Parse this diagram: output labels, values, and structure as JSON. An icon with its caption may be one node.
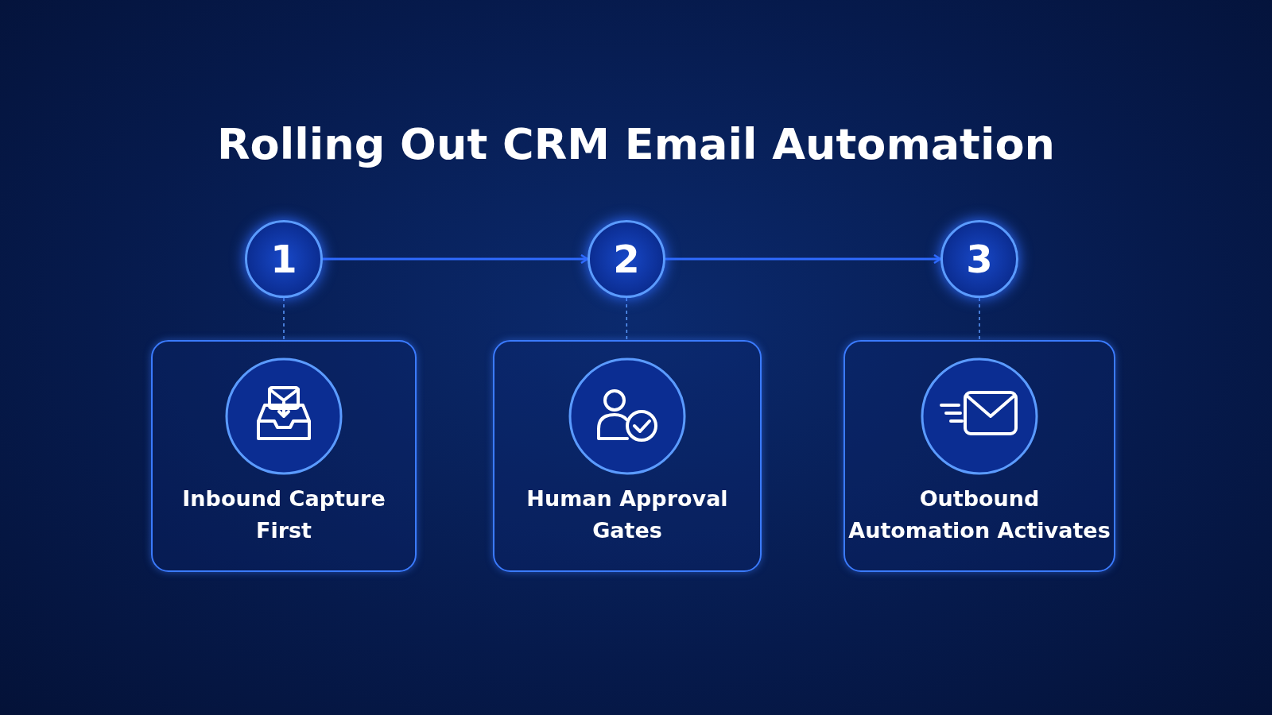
{
  "diagram": {
    "title": "Rolling Out CRM Email Automation",
    "nodes": [
      {
        "text": [
          "1"
        ]
      },
      {
        "text": [
          "2"
        ]
      },
      {
        "text": [
          "3"
        ]
      },
      {
        "text": [
          "Inbound Capture First"
        ]
      },
      {
        "text": [
          "Human Approval Gates"
        ]
      },
      {
        "text": [
          "Outbound Automation Activates"
        ]
      }
    ],
    "edges": [
      {
        "from": 0,
        "to": 1,
        "arrow": "to"
      },
      {
        "from": 1,
        "to": 2,
        "arrow": "to"
      },
      {
        "from": 0,
        "to": 3,
        "arrow": "none",
        "style": "dashed"
      },
      {
        "from": 1,
        "to": 4,
        "arrow": "none",
        "style": "dashed"
      },
      {
        "from": 2,
        "to": 5,
        "arrow": "none",
        "style": "dashed"
      }
    ]
  }
}
